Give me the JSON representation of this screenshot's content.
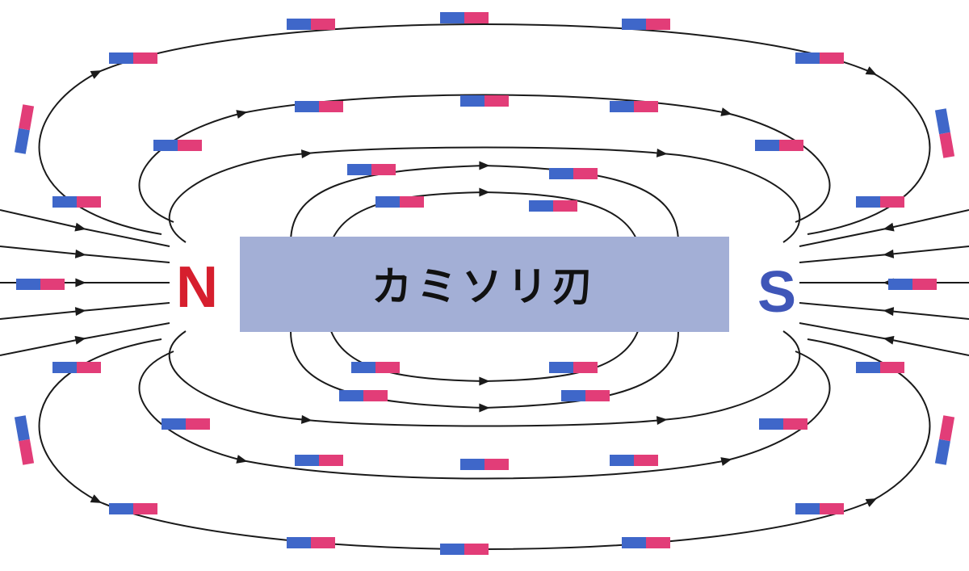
{
  "diagram": {
    "magnet_label": "カミソリ刃",
    "north_label": "N",
    "south_label": "S"
  },
  "colors": {
    "magnet_fill": "#a3afd6",
    "north_color": "#d61f2e",
    "south_color": "#3f56b8",
    "needle_red": "#e23d78",
    "needle_blue": "#3f67c9",
    "field_line": "#1a1a1a",
    "label_text": "#111111"
  },
  "legend": {
    "needle_icon": "compass-needle-icon",
    "arrow_icon": "field-direction-arrow-icon"
  }
}
